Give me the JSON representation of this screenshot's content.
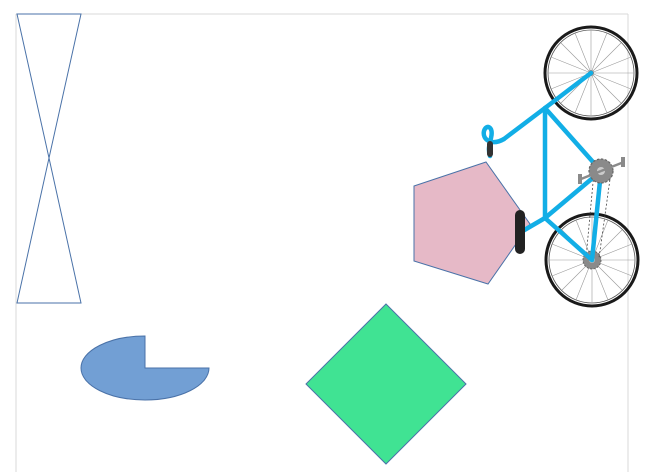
{
  "canvas": {
    "background": "#ffffff",
    "frame_color": "#d9d9d9"
  },
  "shapes": [
    {
      "name": "hourglass",
      "fill": "none",
      "stroke": "#4a72a8"
    },
    {
      "name": "pie-wedge",
      "fill": "#729fd4",
      "stroke": "#4a72a8"
    },
    {
      "name": "diamond",
      "fill": "#40e393",
      "stroke": "#4a72a8"
    },
    {
      "name": "pentagon",
      "fill": "#e6b9c7",
      "stroke": "#4a72a8"
    }
  ],
  "bicycle": {
    "icon": "bicycle-icon",
    "frame_color": "#12aee6",
    "tire_color": "#1a1a1a",
    "spoke_color": "#8c8c8c",
    "gear_color": "#8a8a8a",
    "grip_color": "#333333"
  }
}
